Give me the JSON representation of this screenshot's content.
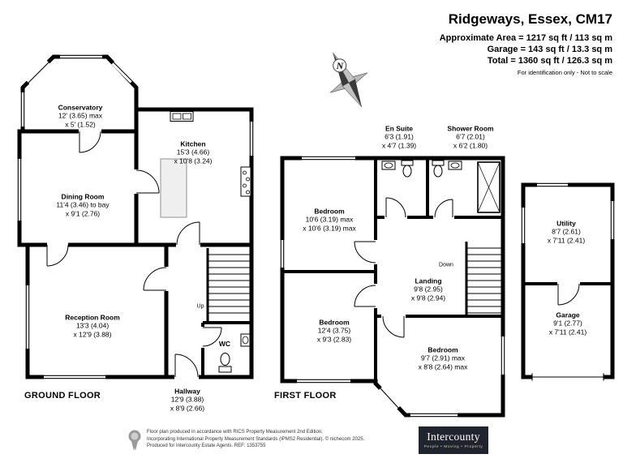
{
  "header": {
    "title": "Ridgeways, Essex, CM17",
    "area": "Approximate Area = 1217 sq ft / 113 sq m",
    "garage": "Garage = 143 sq ft / 13.3 sq m",
    "total": "Total = 1360 sq ft / 126.3 sq m",
    "disclaimer": "For identification only - Not to scale"
  },
  "compass": {
    "north": "N"
  },
  "ground_floor": {
    "label": "GROUND FLOOR",
    "rooms": {
      "conservatory": {
        "name": "Conservatory",
        "dims": "12' (3.65) max\nx 5' (1.52)"
      },
      "kitchen": {
        "name": "Kitchen",
        "dims": "15'3 (4.66)\nx 10'8 (3.24)"
      },
      "dining": {
        "name": "Dining Room",
        "dims": "11'4 (3.46) to bay\nx 9'1 (2.76)"
      },
      "reception": {
        "name": "Reception Room",
        "dims": "13'3 (4.04)\nx 12'9 (3.88)"
      },
      "wc": {
        "name": "WC"
      },
      "hallway": {
        "name": "Hallway",
        "dims": "12'9 (3.88)\nx 8'9 (2.66)"
      },
      "up": "Up"
    }
  },
  "first_floor": {
    "label": "FIRST FLOOR",
    "rooms": {
      "ensuite": {
        "name": "En Suite",
        "dims": "6'3 (1.91)\nx 4'7 (1.39)"
      },
      "shower": {
        "name": "Shower Room",
        "dims": "6'7 (2.01)\nx 6'2 (1.80)"
      },
      "bedroom1": {
        "name": "Bedroom",
        "dims": "10'6 (3.19) max\nx 10'6 (3.19) max"
      },
      "landing": {
        "name": "Landing",
        "dims": "9'8 (2.95)\nx 9'8 (2.94)"
      },
      "bedroom2": {
        "name": "Bedroom",
        "dims": "12'4 (3.75)\nx 9'3 (2.83)"
      },
      "bedroom3": {
        "name": "Bedroom",
        "dims": "9'7 (2.91) max\nx 8'8 (2.64) max"
      },
      "down": "Down"
    }
  },
  "outbuilding": {
    "rooms": {
      "utility": {
        "name": "Utility",
        "dims": "8'7 (2.61)\nx 7'11 (2.41)"
      },
      "garage": {
        "name": "Garage",
        "dims": "9'1 (2.77)\nx 7'11 (2.41)"
      }
    }
  },
  "footer": {
    "line1": "Floor plan produced in accordance with RICS Property Measurement 2nd Edition,",
    "line2": "Incorporating International Property Measurement Standards (IPMS2 Residential).  © nichecom 2025.",
    "line3": "Produced for Intercounty Estate Agents.   REF: 1353755",
    "brand": "Intercounty",
    "tagline": "People • Moving • Property"
  }
}
